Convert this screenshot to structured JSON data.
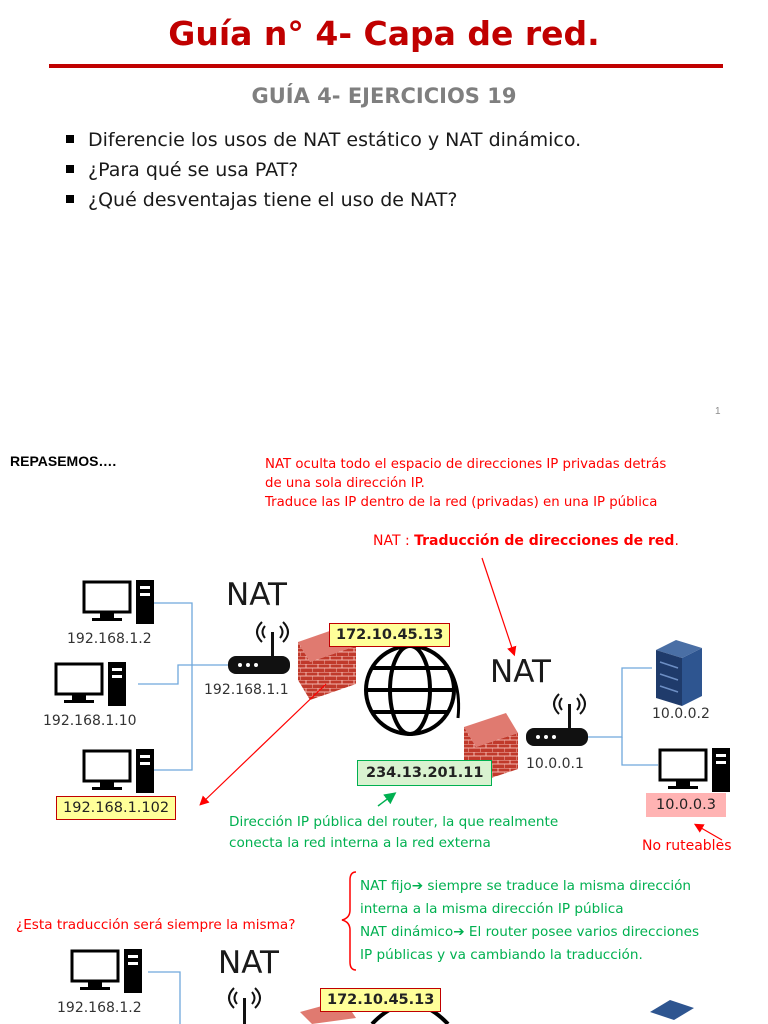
{
  "slide1": {
    "title": "Guía n° 4- Capa de red.",
    "subtitle": "GUÍA 4- EJERCICIOS 19",
    "questions": [
      "Diferencie los usos de NAT estático y NAT dinámico.",
      "¿Para qué se usa PAT?",
      "¿Qué desventajas tiene el uso de NAT?"
    ],
    "page_number": "1"
  },
  "slide2": {
    "heading": "REPASEMOS….",
    "note_lines": [
      "NAT oculta todo el espacio de direcciones IP privadas detrás",
      "de una sola dirección IP.",
      "Traduce las IP dentro de la red (privadas) en una IP pública"
    ],
    "nat_def_prefix": "NAT : ",
    "nat_def_bold": "Traducción de direcciones de red",
    "nat_def_suffix": ".",
    "nat_label": "NAT",
    "hosts": [
      "192.168.1.2",
      "192.168.1.10"
    ],
    "host_highlight": "192.168.1.102",
    "router_left_ip": "192.168.1.1",
    "public_ip_top": "172.10.45.13",
    "public_ip_green": "234.13.201.11",
    "router_right_ip": "10.0.0.1",
    "server_ip": "10.0.0.2",
    "pc_right_ip": "10.0.0.3",
    "no_ruteables": "No ruteables",
    "router_desc_lines": [
      "Dirección IP pública del router, la que realmente",
      "conecta la red interna a la red externa"
    ],
    "question": "¿Esta traducción será siempre la misma?",
    "nat_types": [
      "NAT fijo➔ siempre se traduce la misma dirección",
      "interna a la misma dirección IP pública",
      "NAT dinámico➔ El router posee varios direcciones",
      "IP públicas y va cambiando la traducción."
    ]
  },
  "colors": {
    "title_red": "#c00000",
    "accent_red": "#ff0000",
    "accent_green": "#00b050",
    "highlight_yellow": "#ffff99"
  }
}
